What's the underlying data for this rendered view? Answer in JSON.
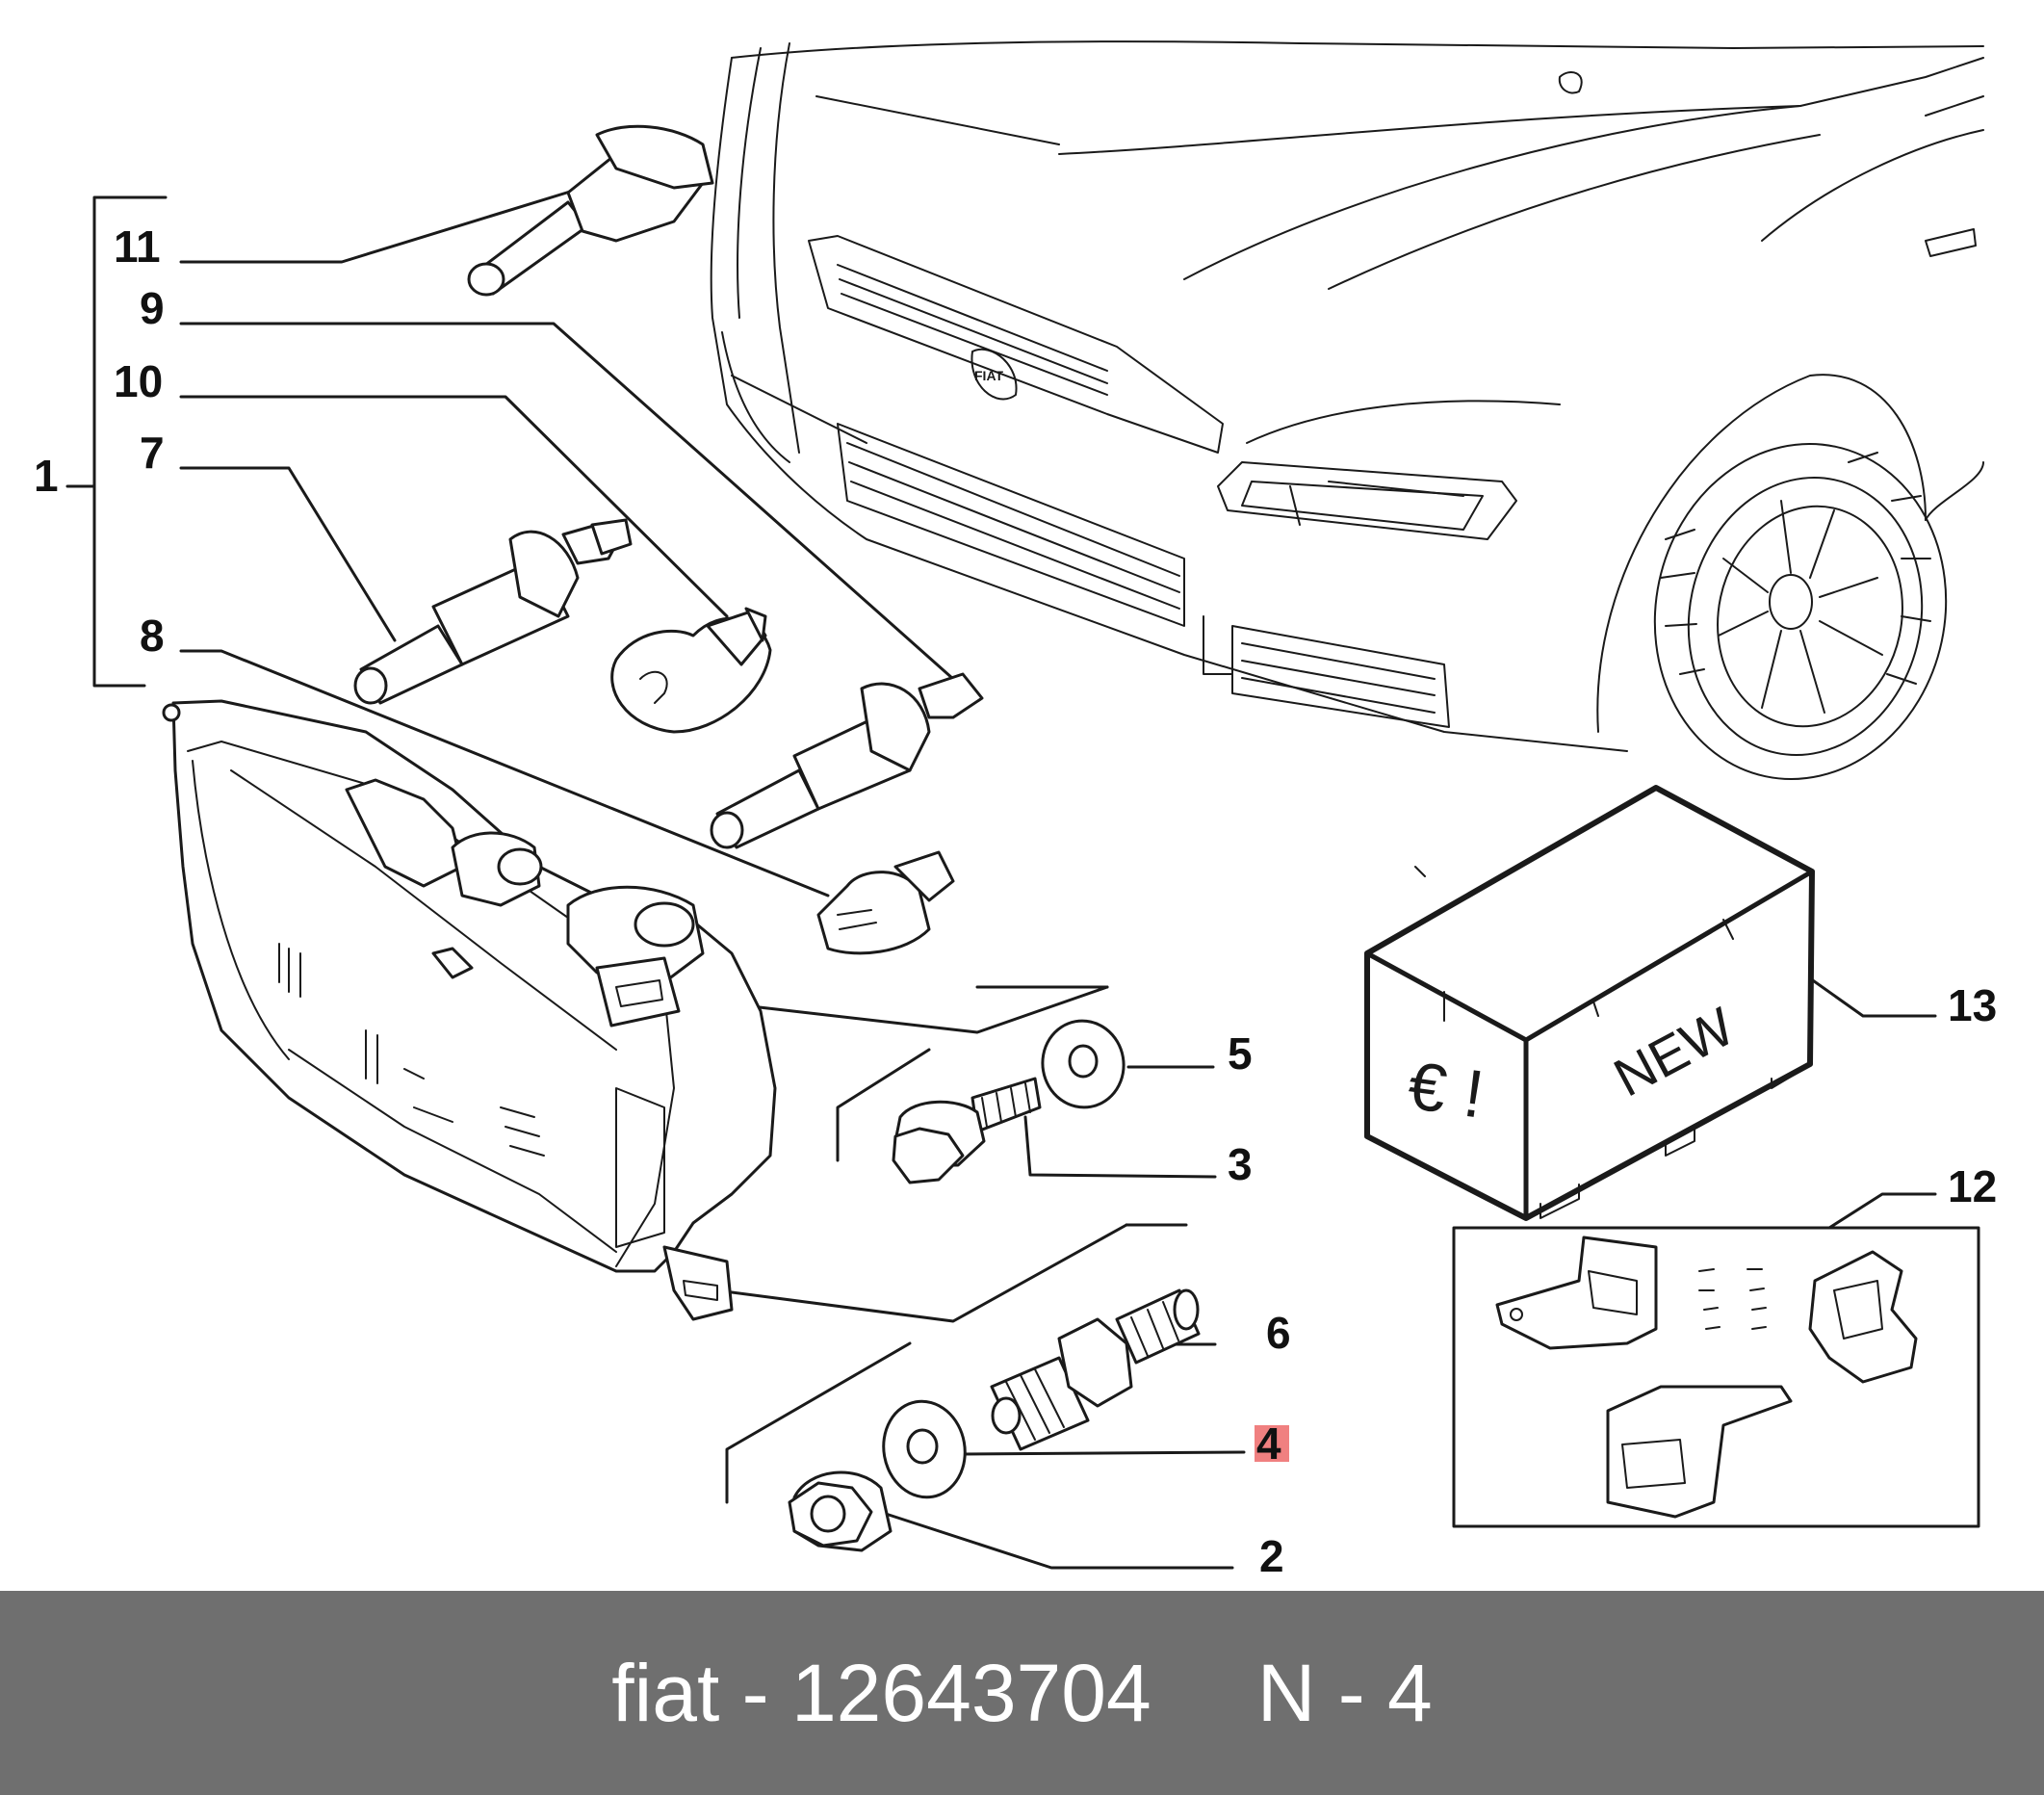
{
  "callouts": [
    {
      "id": "1",
      "label": "1"
    },
    {
      "id": "2",
      "label": "2"
    },
    {
      "id": "3",
      "label": "3"
    },
    {
      "id": "4",
      "label": "4",
      "highlighted": true
    },
    {
      "id": "5",
      "label": "5"
    },
    {
      "id": "6",
      "label": "6"
    },
    {
      "id": "7",
      "label": "7"
    },
    {
      "id": "8",
      "label": "8"
    },
    {
      "id": "9",
      "label": "9"
    },
    {
      "id": "10",
      "label": "10"
    },
    {
      "id": "11",
      "label": "11"
    },
    {
      "id": "12",
      "label": "12"
    },
    {
      "id": "13",
      "label": "13"
    }
  ],
  "box_label": "NEW",
  "box_symbol": "€ !",
  "car_badge": "FIAT",
  "highlight_color": "#f08080",
  "footer": {
    "left": "fiat - 12643704",
    "right": "N - 4",
    "background": "#6f6f6f"
  }
}
